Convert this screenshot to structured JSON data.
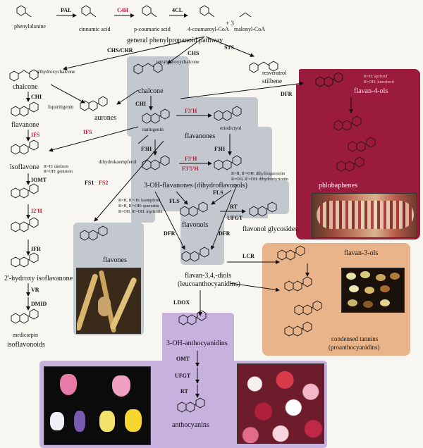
{
  "top": {
    "phenylalanine": "phenylalanine",
    "cinnamic": "cinnamic acid",
    "pcoumaric": "p-coumaric acid",
    "coumaroyl": "4-coumaroyl-CoA",
    "malonyl": "malonyl-CoA",
    "plus3": "+ 3",
    "pathway": "general phenylpropanoid pathway",
    "PAL": "PAL",
    "C4H": "C4H",
    "4CL": "4CL"
  },
  "enzymes": {
    "CHS_CHR": "CHS/CHR",
    "CHS": "CHS",
    "STS": "STS",
    "CHI1": "CHI",
    "CHI2": "CHI",
    "IFS1": "IFS",
    "IFS2": "IFS",
    "F3H_red": "F3'H",
    "F3H1": "F3H",
    "F3H2": "F3H",
    "F3pH": "F3'H",
    "F35H": "F3'5'H",
    "DFR1": "DFR",
    "DFR2": "DFR",
    "DFR3": "DFR",
    "FS1": "FS1",
    "FS2": "FS2",
    "FLS1": "FLS",
    "FLS2": "FLS",
    "RT1": "RT",
    "UFGT1": "UFGT",
    "LCR": "LCR",
    "IOMT": "IOMT",
    "I2H": "I2'H",
    "IFR": "IFR",
    "VR": "VR",
    "DMID": "DMID",
    "LDOX": "LDOX",
    "OMT": "OMT",
    "UFGT2": "UFGT",
    "RT2": "RT"
  },
  "labels": {
    "trihydroxychalcone": "trihydroxychalcone",
    "chalcone_left": "chalcone",
    "liquiritigenin": "liquiritigenin",
    "flavanone_left": "flavanone",
    "isoflavone": "isoflavone",
    "iso_R1": "R=H: daidzein",
    "iso_R2": "R=OH: genistein",
    "hydroxyisoflavanone": "2'-hydroxy isoflavanone",
    "medicarpin": "medicarpin",
    "isoflavonoids": "isoflavonoids",
    "aurones": "aurones",
    "tetrahydroxychalcone": "tetrahydroxychalcone",
    "chalcone_center": "chalcone",
    "naringenin": "naringenin",
    "eriodictyol": "eriodictyol",
    "flavanones": "flavanones",
    "dihydrokaempferol": "dihydrokaempferol",
    "dhq": "R=H, R'=OH: dihydroquercetin",
    "dhm": "R=OH, R'=OH: dihydromyricetin",
    "ohflavanones": "3-OH-flavanones (dihydroflavonols)",
    "kaempferol": "R=H, R'= H: kaempferol",
    "quercetin": "R=H, R'=OH: quercetin",
    "myricetin": "R=OH, R'=OH: myricetin",
    "flavonols": "flavonols",
    "flavonol_glycosides": "flavonol glycosides",
    "flavones": "flavones",
    "diols1": "flavan-3,4,-diols",
    "diols2": "(leucoanthocyanidins)",
    "resveratrol": "resveratrol",
    "stilbene": "stilbene",
    "flavan4ols": "flavan-4-ols",
    "apiferol": "R=H: apiferol",
    "luteoforol": "R=OH: luteoforol",
    "phlobaphenes": "phlobaphenes",
    "flavan3ols": "flavan-3-ols",
    "condensed1": "condensed tannins",
    "condensed2": "(proanthocyanidins)",
    "ohanthocyanidins": "3-OH-anthocyanidins",
    "anthocyanins": "anthocyanins"
  },
  "colors": {
    "gray_panel": "#c3c8cf",
    "red_panel": "#9a1b3c",
    "orange_panel": "#e9b48a",
    "purple_panel": "#c7b1dd",
    "enzyme_red": "#c8102e"
  }
}
